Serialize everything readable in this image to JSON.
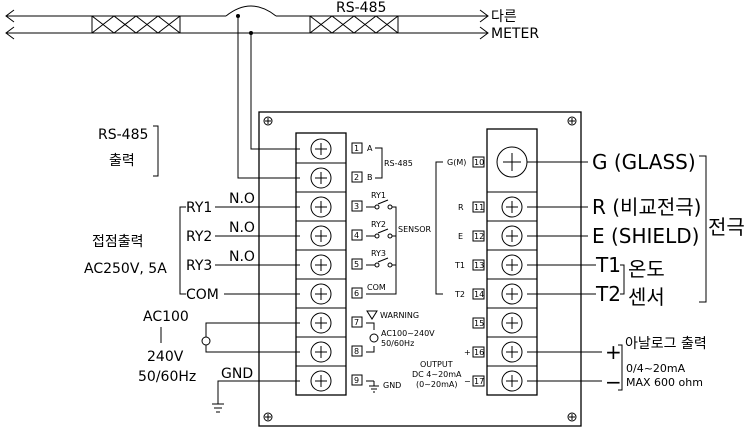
{
  "rs485_top": {
    "bus_label": "RS-485",
    "other_meter_line1": "다른",
    "other_meter_line2": "METER"
  },
  "left_labels": {
    "rs485_out_line1": "RS-485",
    "rs485_out_line2": "출력",
    "contact_out_line1": "접점출력",
    "contact_out_line2": "AC250V, 5A",
    "ry1": "RY1",
    "ry2": "RY2",
    "ry3": "RY3",
    "no1": "N.O",
    "no2": "N.O",
    "no3": "N.O",
    "com": "COM",
    "power_line1": "AC100",
    "power_line2": "240V",
    "power_line3": "50/60Hz",
    "gnd": "GND"
  },
  "left_block": {
    "t1": "1",
    "t2": "2",
    "t3": "3",
    "t4": "4",
    "t5": "5",
    "t6": "6",
    "t7": "7",
    "t8": "8",
    "t9": "9",
    "a": "A",
    "b": "B",
    "rs485": "RS-485",
    "ry1": "RY1",
    "ry2": "RY2",
    "ry3": "RY3",
    "com": "COM",
    "warning": "WARNING",
    "power1": "AC100~240V",
    "power2": "50/60Hz",
    "gnd": "GND"
  },
  "right_block": {
    "t10": "10",
    "t11": "11",
    "t12": "12",
    "t13": "13",
    "t14": "14",
    "t15": "15",
    "t16": "16",
    "t17": "17",
    "gm": "G(M)",
    "r": "R",
    "e": "E",
    "t1": "T1",
    "t2": "T2",
    "sensor": "SENSOR",
    "plus": "+",
    "minus": "−",
    "output1": "OUTPUT",
    "output2": "DC 4~20mA",
    "output3": "(0~20mA)"
  },
  "right_labels": {
    "glass": "G (GLASS)",
    "ref": "R (비교전극)",
    "shield": "E (SHIELD)",
    "electrode": "전극",
    "t1": "T1",
    "t2": "T2",
    "temp": "온도",
    "sensor": "센서",
    "plus": "+",
    "minus": "−",
    "analog_out": "아날로그 출력",
    "range": "0/4~20mA",
    "max": "MAX 600 ohm"
  }
}
